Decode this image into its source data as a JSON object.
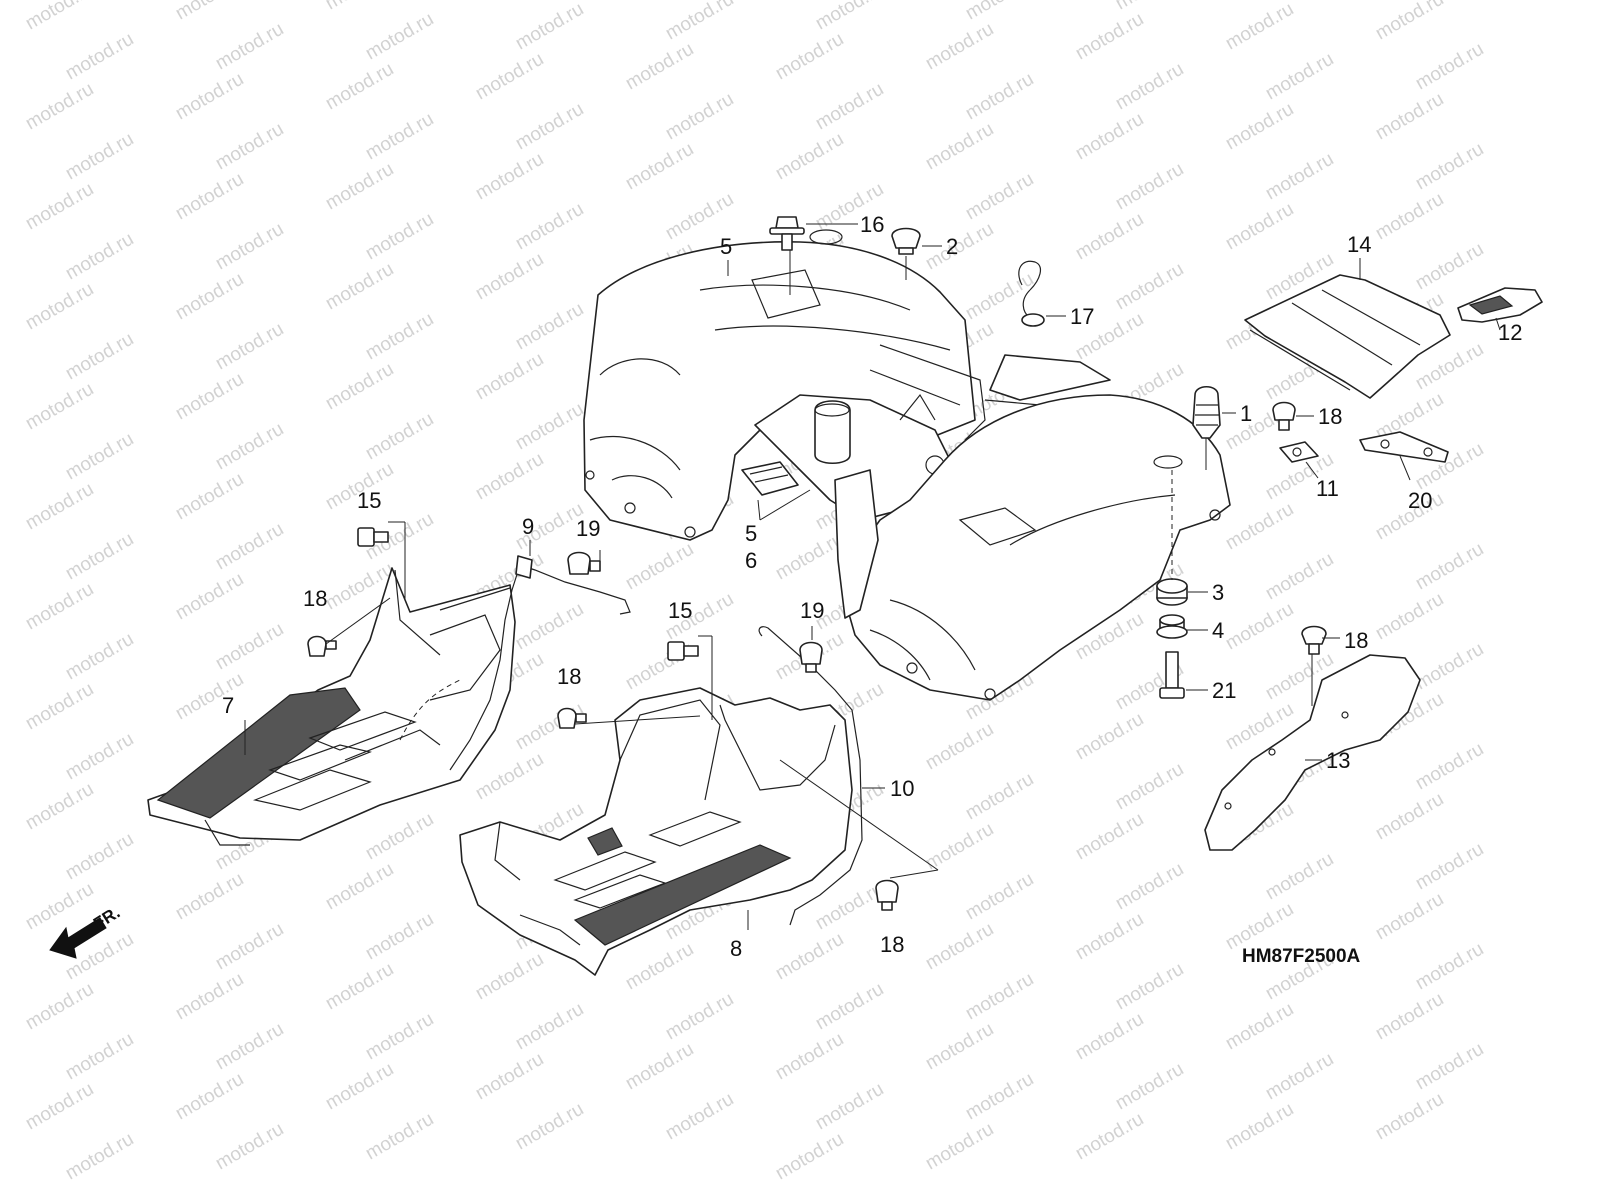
{
  "watermark": {
    "text": "motod.ru",
    "color": "#d2d2d2"
  },
  "diagram_code": "HM87F2500A",
  "direction_label": "FR.",
  "callouts": [
    {
      "id": "c1",
      "label": "1"
    },
    {
      "id": "c2",
      "label": "2"
    },
    {
      "id": "c3",
      "label": "3"
    },
    {
      "id": "c4",
      "label": "4"
    },
    {
      "id": "c5a",
      "label": "5"
    },
    {
      "id": "c5b",
      "label": "5"
    },
    {
      "id": "c6",
      "label": "6"
    },
    {
      "id": "c7",
      "label": "7"
    },
    {
      "id": "c8",
      "label": "8"
    },
    {
      "id": "c9",
      "label": "9"
    },
    {
      "id": "c10",
      "label": "10"
    },
    {
      "id": "c11",
      "label": "11"
    },
    {
      "id": "c12",
      "label": "12"
    },
    {
      "id": "c13",
      "label": "13"
    },
    {
      "id": "c14",
      "label": "14"
    },
    {
      "id": "c15a",
      "label": "15"
    },
    {
      "id": "c15b",
      "label": "15"
    },
    {
      "id": "c16",
      "label": "16"
    },
    {
      "id": "c17",
      "label": "17"
    },
    {
      "id": "c18a",
      "label": "18"
    },
    {
      "id": "c18b",
      "label": "18"
    },
    {
      "id": "c18c",
      "label": "18"
    },
    {
      "id": "c18d",
      "label": "18"
    },
    {
      "id": "c18e",
      "label": "18"
    },
    {
      "id": "c19a",
      "label": "19"
    },
    {
      "id": "c19b",
      "label": "19"
    },
    {
      "id": "c20",
      "label": "20"
    },
    {
      "id": "c21",
      "label": "21"
    }
  ]
}
